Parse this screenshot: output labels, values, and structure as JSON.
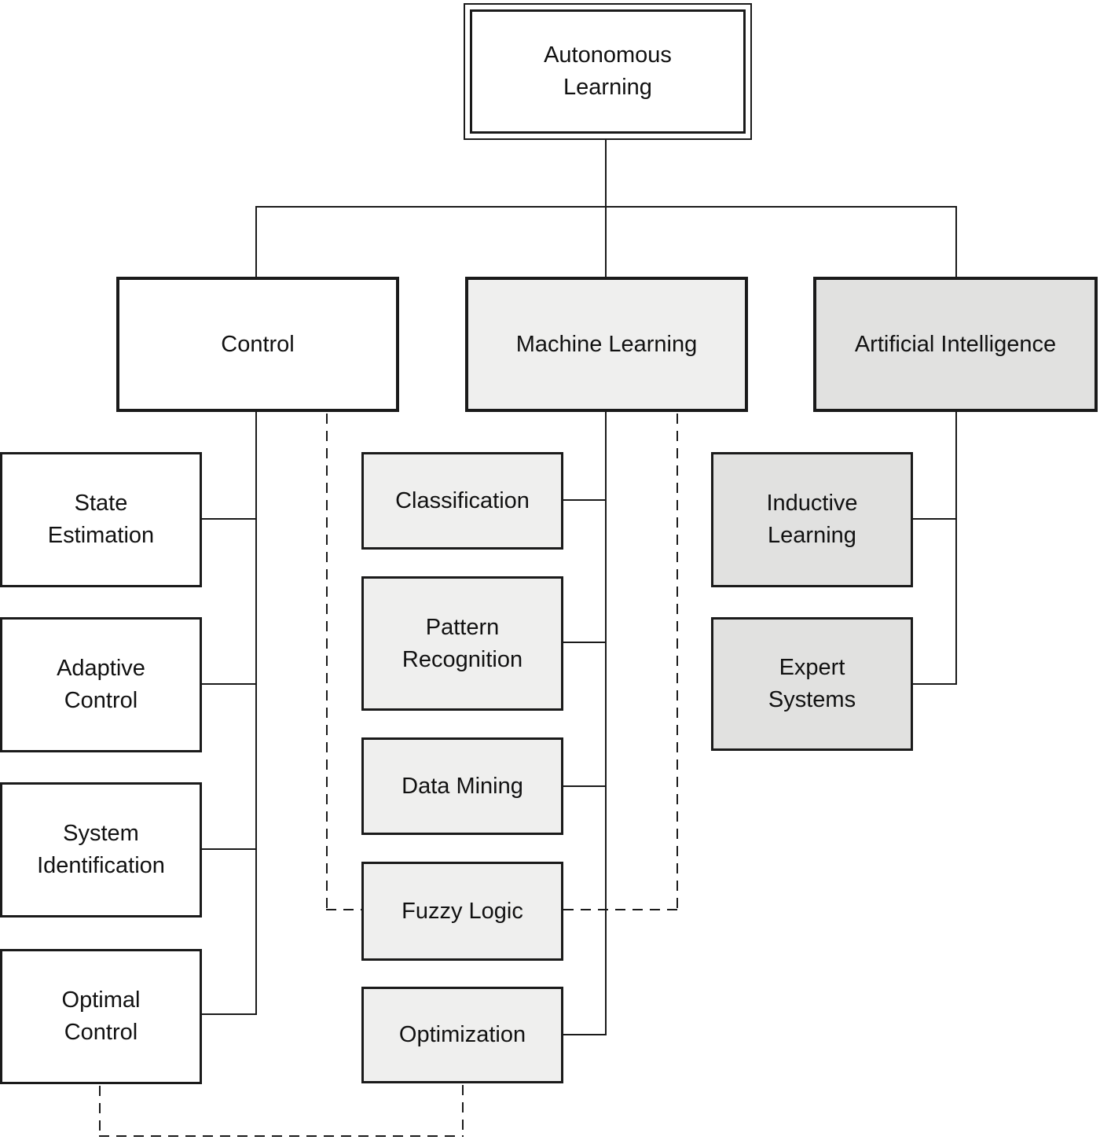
{
  "diagram": {
    "root": {
      "label": [
        "Autonomous",
        "Learning"
      ]
    },
    "branches": [
      {
        "label": "Control",
        "fill": "#ffffff",
        "children": [
          {
            "label": [
              "State",
              "Estimation"
            ]
          },
          {
            "label": [
              "Adaptive",
              "Control"
            ]
          },
          {
            "label": [
              "System",
              "Identification"
            ]
          },
          {
            "label": [
              "Optimal",
              "Control"
            ]
          }
        ]
      },
      {
        "label": "Machine Learning",
        "fill": "#efefee",
        "children": [
          {
            "label": "Classification"
          },
          {
            "label": [
              "Pattern",
              "Recognition"
            ]
          },
          {
            "label": "Data Mining"
          },
          {
            "label": "Fuzzy Logic"
          },
          {
            "label": "Optimization"
          }
        ]
      },
      {
        "label": "Artificial Intelligence",
        "fill": "#e1e1e0",
        "children": [
          {
            "label": [
              "Inductive",
              "Learning"
            ]
          },
          {
            "label": [
              "Expert",
              "Systems"
            ]
          }
        ]
      }
    ],
    "colors": {
      "line": "#1a1a1a",
      "dashed_line": "#1a1a1a",
      "control_fill": "#ffffff",
      "machine_learning_fill": "#efefee",
      "artificial_intelligence_fill": "#e1e1e0"
    }
  }
}
